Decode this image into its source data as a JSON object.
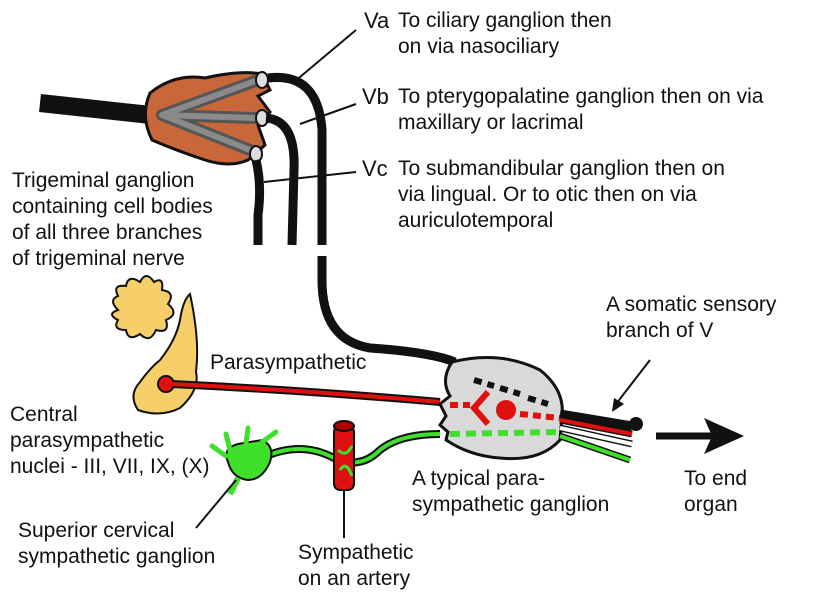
{
  "branches": {
    "va": "Va",
    "vb": "Vb",
    "vc": "Vc"
  },
  "destinations": {
    "va": [
      "To ciliary ganglion then",
      "on via nasociliary"
    ],
    "vb": [
      "To pterygopalatine ganglion then on via",
      "maxillary or lacrimal"
    ],
    "vc": [
      "To submandibular ganglion then on",
      "via lingual. Or to otic then on via",
      "auriculotemporal"
    ]
  },
  "trigeminal_ganglion_label": [
    "Trigeminal ganglion",
    "containing cell bodies",
    "of all three branches",
    "of trigeminal nerve"
  ],
  "somatic_label": [
    "A somatic sensory",
    "branch of V"
  ],
  "parasympathetic_label": "Parasympathetic",
  "central_nuclei_label": [
    "Central",
    "parasympathetic",
    "nuclei - III, VII, IX, (X)"
  ],
  "typical_ganglion_label": [
    "A typical para-",
    "sympathetic ganglion"
  ],
  "end_organ_label": [
    "To end",
    "organ"
  ],
  "sympathetic_ganglion_label": [
    "Superior cervical",
    "sympathetic ganglion"
  ],
  "artery_label": [
    "Sympathetic",
    "on an artery"
  ],
  "colors": {
    "nerve": "#111111",
    "trigeminal_ganglion": "#c8683a",
    "brainstem": "#f6cf6b",
    "parasympathetic": "#e01010",
    "sympathetic": "#3fe02a",
    "ganglion_fill": "#d9d9d9"
  }
}
